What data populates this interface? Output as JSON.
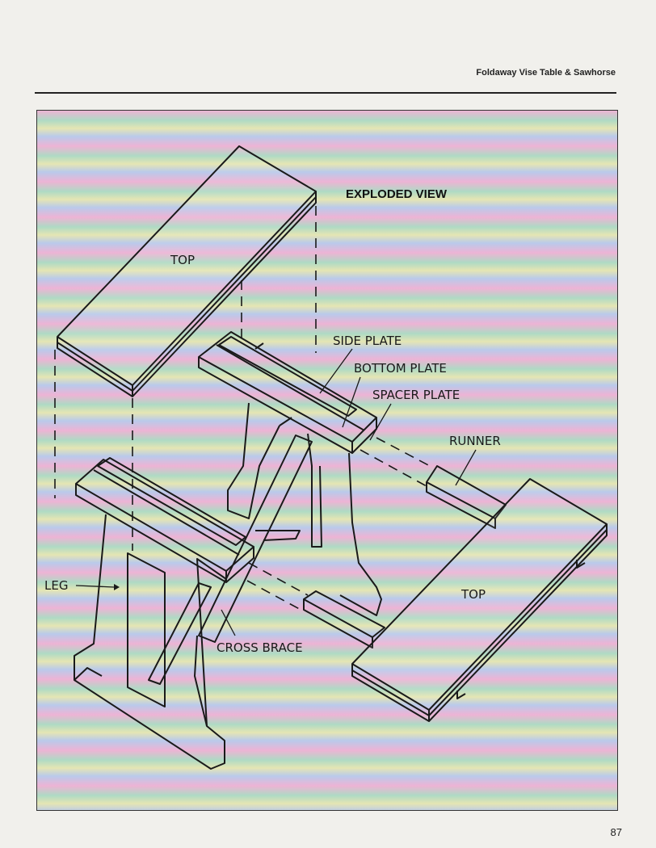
{
  "header": {
    "running_head": "Foldaway Vise Table & Sawhorse"
  },
  "figure": {
    "title": "EXPLODED VIEW",
    "labels": {
      "top_upper": "TOP",
      "side_plate": "SIDE PLATE",
      "bottom_plate": "BOTTOM PLATE",
      "spacer_plate": "SPACER PLATE",
      "runner": "RUNNER",
      "leg": "LEG",
      "top_lower": "TOP",
      "cross_brace": "CROSS BRACE"
    }
  },
  "footer": {
    "page_number": "87"
  }
}
